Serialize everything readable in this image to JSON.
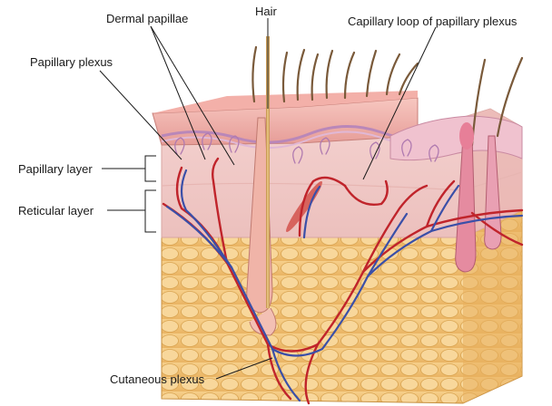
{
  "labels": {
    "dermal_papillae": "Dermal papillae",
    "hair": "Hair",
    "capillary_loop": "Capillary loop of papillary plexus",
    "papillary_plexus": "Papillary plexus",
    "papillary_layer": "Papillary layer",
    "reticular_layer": "Reticular layer",
    "cutaneous_plexus": "Cutaneous plexus"
  },
  "colors": {
    "epidermis": "#f2b6b0",
    "dermis": "#f1c9c6",
    "fat": "#f3c37a",
    "artery": "#c0242b",
    "vein": "#3a4fa8",
    "hair": "#7a5a3a"
  }
}
